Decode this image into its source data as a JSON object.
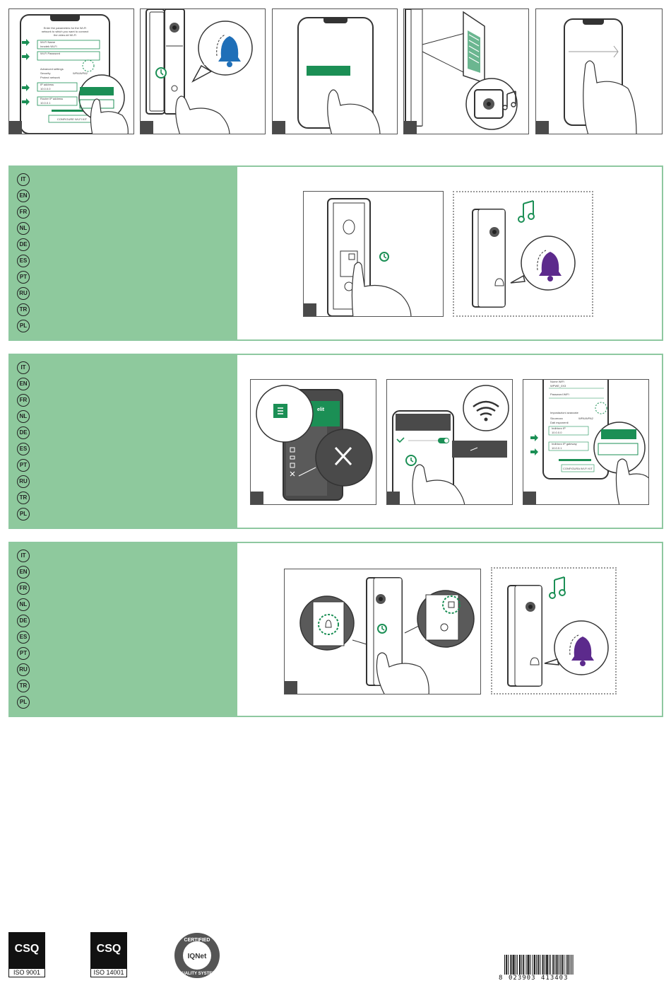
{
  "top_steps": {
    "phone_intro_line1": "Enter the parameters for the Wi-Fi",
    "phone_intro_line2": "network to which you want to connect",
    "phone_intro_line3": "the video-kit Wi-Fi",
    "wifi_name_label": "Wi-Fi Name",
    "wifi_name_value": "Innotek Wi-Fi",
    "wifi_password_label": "Wi-Fi Password",
    "advanced_label": "Advanced settings",
    "security_label": "Security",
    "security_value": "WPA/WPA2",
    "protect_label": "Protect network",
    "ip_label": "IP address",
    "ip_value": "10.0.0.0",
    "gateway_label": "Router IP address",
    "gateway_value": "10.0.0.1",
    "configure_button": "CONFIGURE WI-FI KIT"
  },
  "languages": [
    "IT",
    "EN",
    "FR",
    "NL",
    "DE",
    "ES",
    "PT",
    "RU",
    "TR",
    "PL"
  ],
  "section2": {
    "app_brand": "elit",
    "wifi_name_label": "Nome WiFi",
    "wifi_name_value": "WPWE_0X3",
    "wifi_pass_label": "Password WiFi",
    "advanced_label": "Impostazioni avanzate",
    "security_label": "Sicurezza",
    "security_value": "WPA/WPA2",
    "dati_label": "Dati esponenti",
    "ip_label": "Indirizzo IP",
    "ip_value": "10.0.0.0",
    "gw_label": "Indirizzo IP gateway",
    "gw_value": "10.0.0.1",
    "config_button": "CONFIGURA WI-FI KIT"
  },
  "certifications": [
    {
      "logo": "CSQ",
      "label": "ISO 9001"
    },
    {
      "logo": "CSQ",
      "label": "ISO 14001"
    },
    {
      "ring_text": "CERTIFIED",
      "center": "IQNet",
      "bottom": "QUALITY SYSTEM"
    }
  ],
  "barcode": {
    "lead": "8",
    "group1": "023903",
    "group2": "413403"
  },
  "colors": {
    "green": "#1b8f55",
    "lang_bg": "#8ec99d",
    "bell_blue": "#1f6fb8",
    "bell_purple": "#5c2a8c",
    "dark": "#4a4a4a"
  }
}
